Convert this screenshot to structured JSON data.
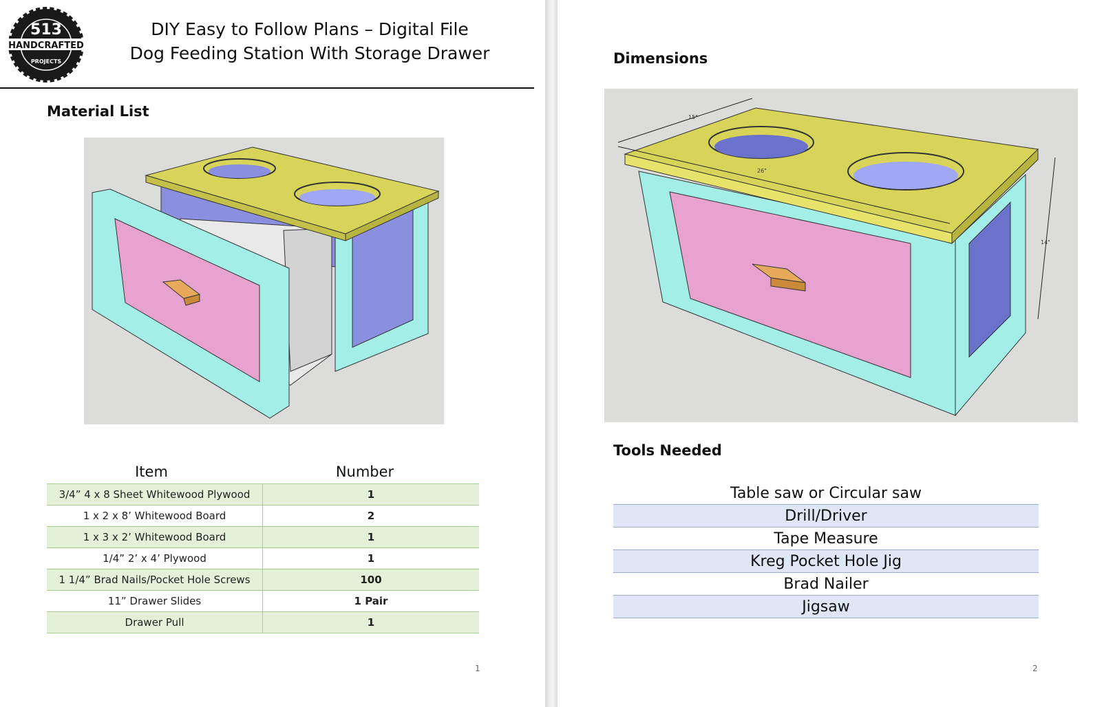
{
  "page1": {
    "logo": {
      "number": "513",
      "word": "HANDCRAFTED",
      "sub": "PROJECTS"
    },
    "title_line1": "DIY Easy to Follow Plans – Digital File",
    "title_line2": "Dog Feeding Station With Storage Drawer",
    "section_heading": "Material List",
    "table_headers": {
      "item": "Item",
      "number": "Number"
    },
    "materials": [
      {
        "item": "3/4” 4 x 8 Sheet Whitewood Plywood",
        "number": "1"
      },
      {
        "item": "1 x 2 x 8’ Whitewood Board",
        "number": "2"
      },
      {
        "item": "1 x 3 x 2’ Whitewood Board",
        "number": "1"
      },
      {
        "item": "1/4” 2’ x 4’ Plywood",
        "number": "1"
      },
      {
        "item": "1 1/4” Brad Nails/Pocket Hole Screws",
        "number": "100"
      },
      {
        "item": "11” Drawer Slides",
        "number": "1 Pair"
      },
      {
        "item": "Drawer Pull",
        "number": "1"
      }
    ],
    "page_number": "1"
  },
  "page2": {
    "dimensions_heading": "Dimensions",
    "dimension_labels": {
      "width": "15\"",
      "length": "26\"",
      "height": "14\""
    },
    "tools_heading": "Tools Needed",
    "tools": [
      "Table saw or Circular saw",
      "Drill/Driver",
      "Tape Measure",
      "Kreg Pocket Hole Jig",
      "Brad Nailer",
      "Jigsaw"
    ],
    "page_number": "2"
  },
  "colors": {
    "top_yellow": "#d8d45a",
    "frame_cyan": "#a4eee8",
    "drawer_pink": "#e8a2d0",
    "side_panel_blue": "#8a8fe0",
    "bowl_blue": "#a0a8f6",
    "pull_orange": "#e6aa5a",
    "render_bg": "#dcdcda",
    "material_row_green": "#e4f0d8",
    "tool_row_blue": "#dfe6f6"
  }
}
